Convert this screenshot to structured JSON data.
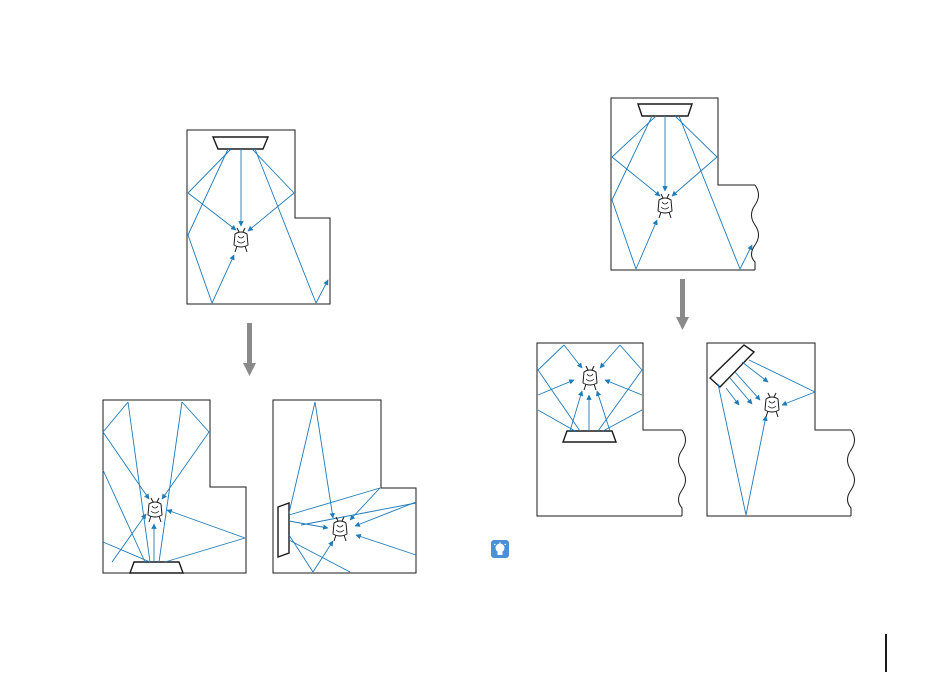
{
  "colors": {
    "ray": "#1f7ab8",
    "flow_arrow": "#8a8a8a",
    "tip_icon": "#4a90d9",
    "room_line": "#1a1a1a"
  },
  "icons": [
    "listener-icon",
    "speaker-icon",
    "down-arrow-icon",
    "tip-icon"
  ],
  "diagrams": [
    {
      "id": "left-top",
      "kind": "room-with-notch",
      "speaker": "top-wall"
    },
    {
      "id": "left-bottom-a",
      "kind": "room-with-notch",
      "speaker": "bottom-wall"
    },
    {
      "id": "left-bottom-b",
      "kind": "room-with-notch",
      "speaker": "left-wall"
    },
    {
      "id": "right-top",
      "kind": "open-room",
      "speaker": "top-wall"
    },
    {
      "id": "right-bottom-a",
      "kind": "open-room",
      "speaker": "center-facing-up"
    },
    {
      "id": "right-bottom-b",
      "kind": "open-room",
      "speaker": "corner-angled"
    }
  ]
}
